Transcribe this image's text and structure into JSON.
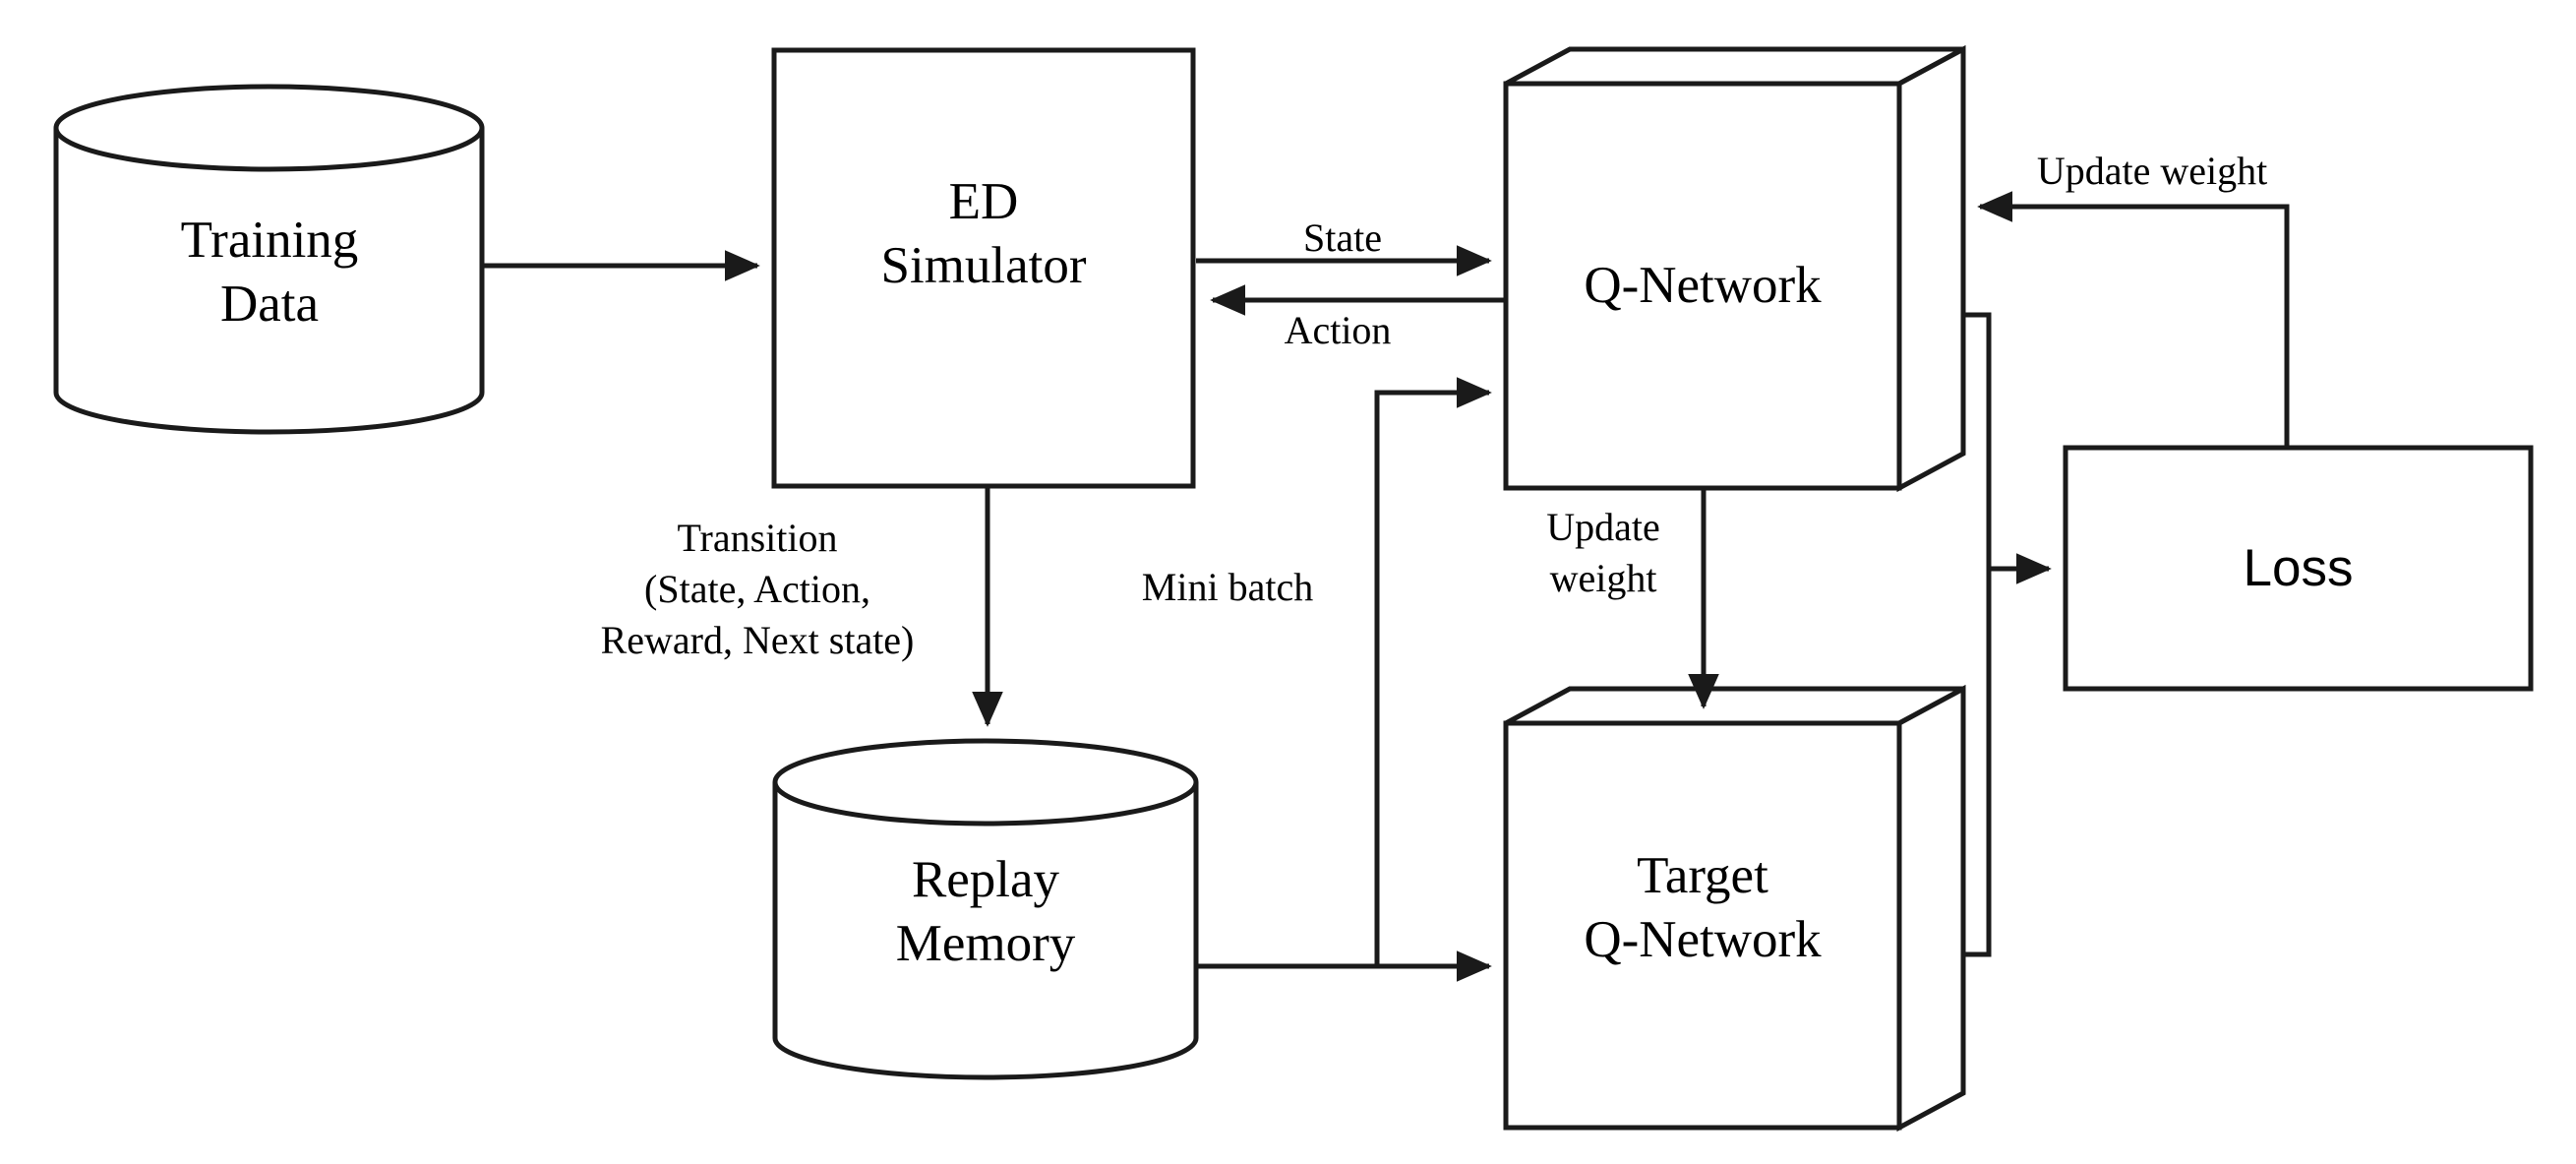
{
  "diagram": {
    "type": "flowchart",
    "title": "",
    "stroke_color": "#1a1a1a",
    "fill_color": "#ffffff",
    "background_color": "#ffffff",
    "nodes": [
      {
        "id": "training-data",
        "label": "Training\nData",
        "shape": "cylinder",
        "font": "serif"
      },
      {
        "id": "ed-simulator",
        "label": "ED\nSimulator",
        "shape": "rectangle",
        "font": "serif"
      },
      {
        "id": "q-network",
        "label": "Q-Network",
        "shape": "cube",
        "font": "serif"
      },
      {
        "id": "loss",
        "label": "Loss",
        "shape": "rectangle",
        "font": "sans-serif"
      },
      {
        "id": "replay-memory",
        "label": "Replay\nMemory",
        "shape": "cylinder",
        "font": "serif"
      },
      {
        "id": "target-q-network",
        "label": "Target\nQ-Network",
        "shape": "cube",
        "font": "serif"
      }
    ],
    "edges": [
      {
        "id": "training-data-to-ed-simulator",
        "label": "",
        "from": "training-data",
        "to": "ed-simulator",
        "arrow": "end"
      },
      {
        "id": "ed-simulator-to-q-network-state",
        "label": "State",
        "from": "ed-simulator",
        "to": "q-network",
        "arrow": "end"
      },
      {
        "id": "q-network-to-ed-simulator-action",
        "label": "Action",
        "from": "q-network",
        "to": "ed-simulator",
        "arrow": "end"
      },
      {
        "id": "ed-simulator-to-replay-memory-transition",
        "label": "Transition\n(State, Action,\nReward, Next state)",
        "from": "ed-simulator",
        "to": "replay-memory",
        "arrow": "end"
      },
      {
        "id": "replay-memory-to-q-network-mini-batch",
        "label": "Mini batch",
        "from": "replay-memory",
        "to": "q-network",
        "arrow": "end"
      },
      {
        "id": "replay-memory-to-target-q-network-mini-batch",
        "label": "",
        "from": "replay-memory",
        "to": "target-q-network",
        "arrow": "end"
      },
      {
        "id": "q-network-to-target-q-network-update-weight",
        "label": "Update\nweight",
        "from": "q-network",
        "to": "target-q-network",
        "arrow": "end"
      },
      {
        "id": "q-network-to-loss",
        "label": "",
        "from": "q-network",
        "to": "loss",
        "arrow": "end"
      },
      {
        "id": "target-q-network-to-loss",
        "label": "",
        "from": "target-q-network",
        "to": "loss",
        "arrow": "end"
      },
      {
        "id": "loss-to-q-network-update-weight",
        "label": "Update weight",
        "from": "loss",
        "to": "q-network",
        "arrow": "end"
      }
    ]
  }
}
